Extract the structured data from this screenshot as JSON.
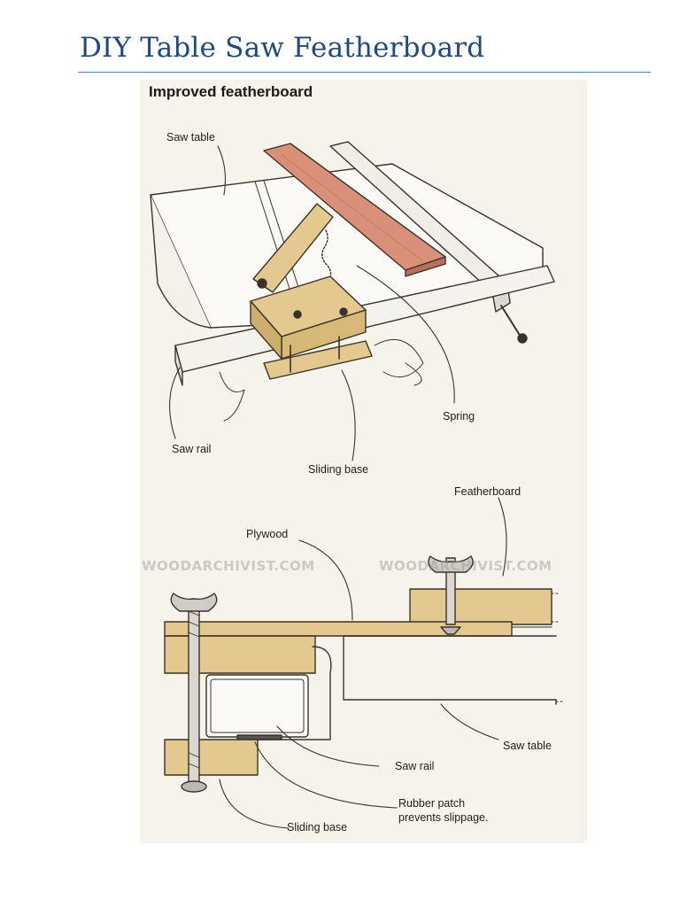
{
  "document": {
    "title": "DIY Table Saw Featherboard"
  },
  "figure": {
    "heading": "Improved featherboard",
    "watermark": "WOODARCHIVIST.COM",
    "top_labels": {
      "saw_table": "Saw table",
      "spring": "Spring",
      "saw_rail": "Saw rail",
      "sliding_base": "Sliding base"
    },
    "bottom_labels": {
      "featherboard": "Featherboard",
      "plywood": "Plywood",
      "saw_table": "Saw table",
      "saw_rail": "Saw rail",
      "rubber_patch_line1": "Rubber patch",
      "rubber_patch_line2": "prevents slippage.",
      "sliding_base": "Sliding base"
    },
    "colors": {
      "wood_light": "#e3c98f",
      "wood_red": "#d98f78",
      "outline": "#3a3228",
      "paper": "#f6f3ea"
    }
  }
}
